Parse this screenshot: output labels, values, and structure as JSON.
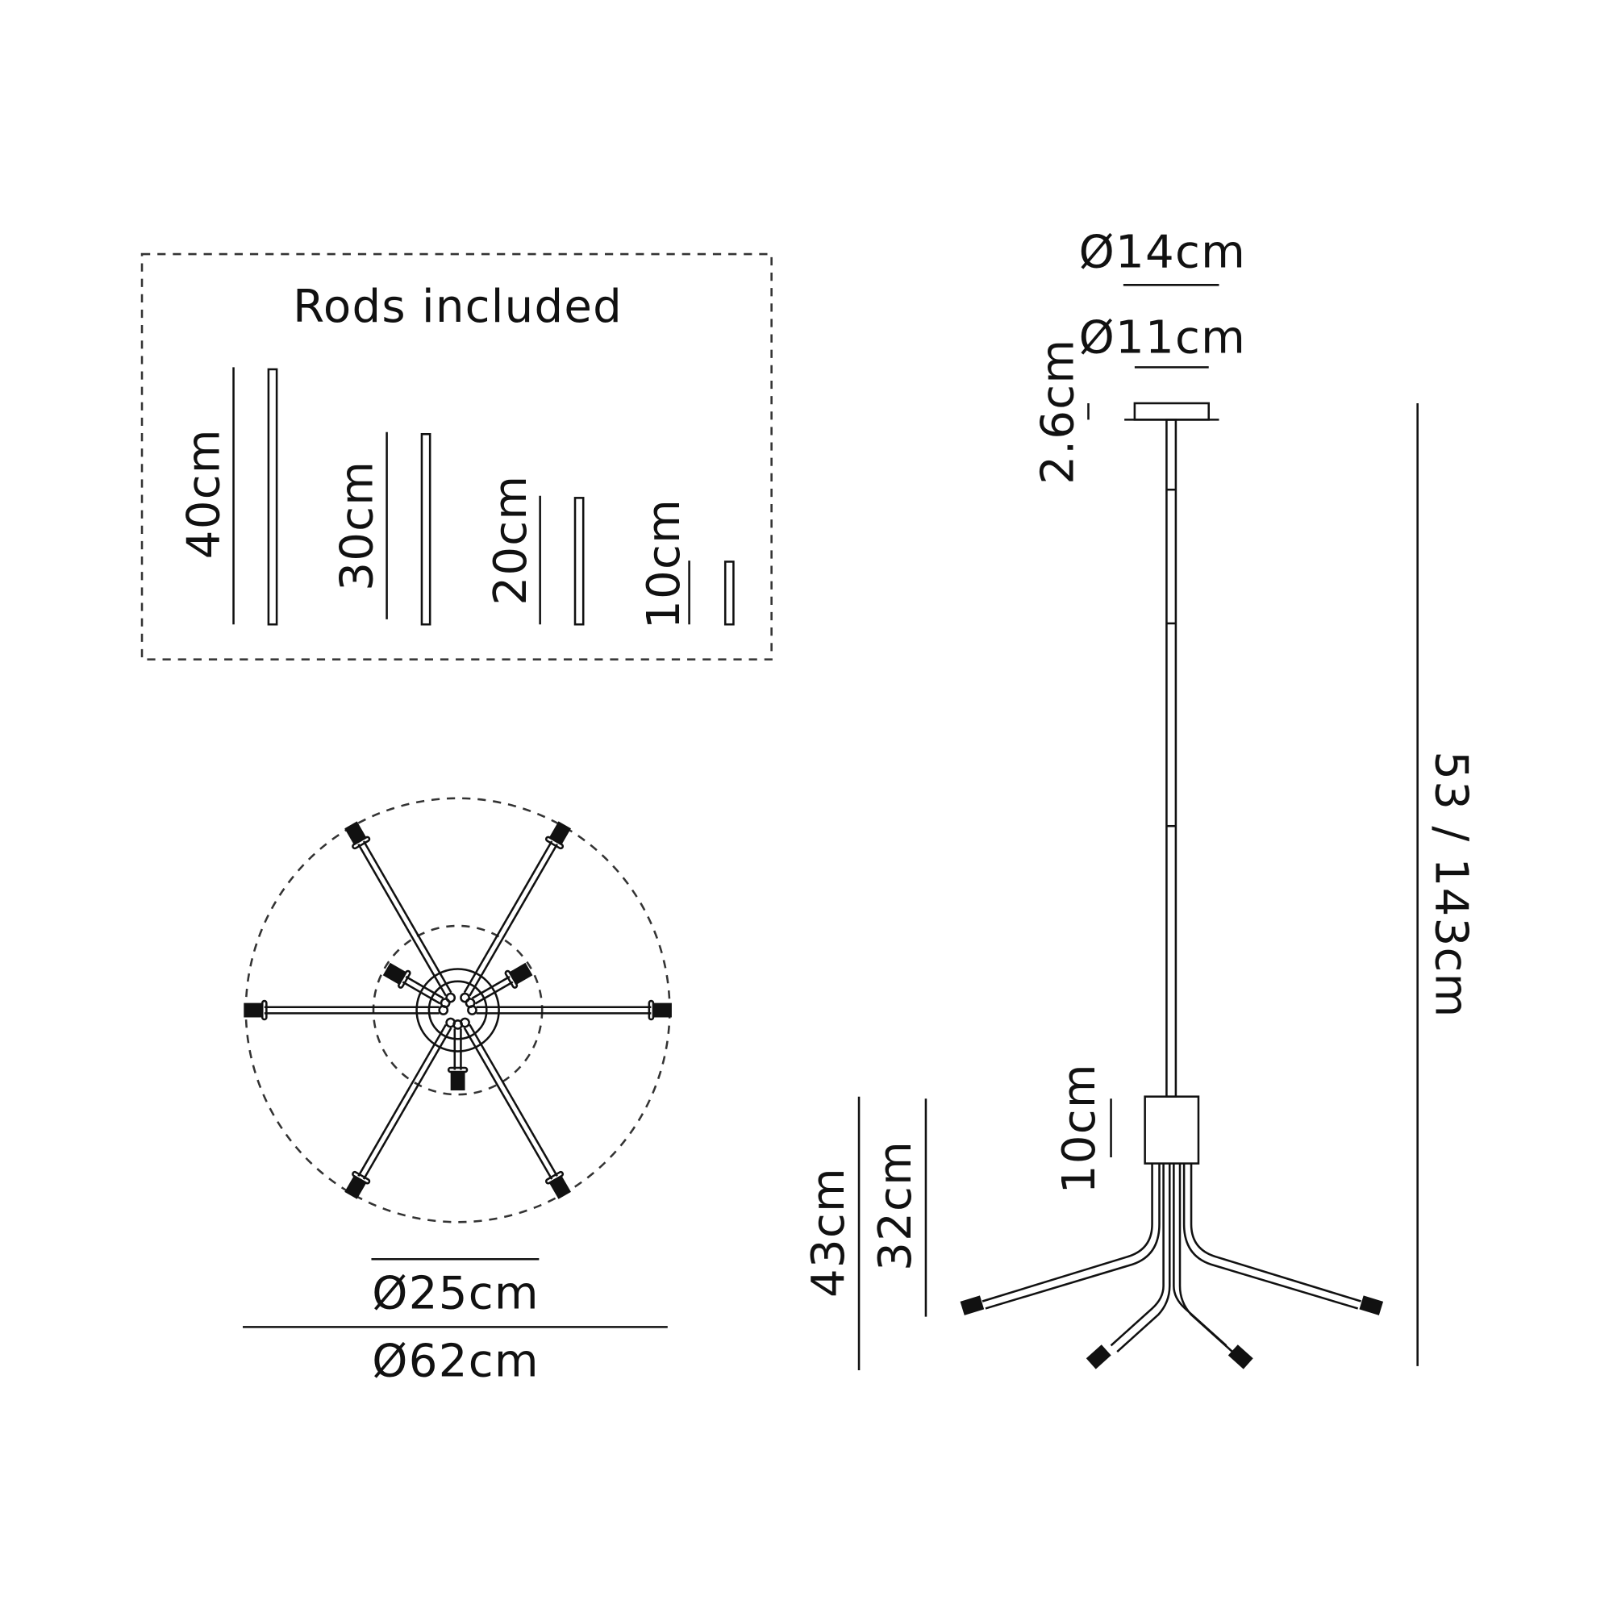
{
  "rods": {
    "title": "Rods included",
    "items": [
      "40cm",
      "30cm",
      "20cm",
      "10cm"
    ]
  },
  "top_view": {
    "inner_diameter": "Ø25cm",
    "outer_diameter": "Ø62cm"
  },
  "side_view": {
    "canopy_outer": "Ø14cm",
    "canopy_inner": "Ø11cm",
    "canopy_height": "2.6cm",
    "total_height": "53 / 143cm",
    "body_height": "10cm",
    "arm_drop_long": "43cm",
    "arm_drop_short": "32cm"
  }
}
